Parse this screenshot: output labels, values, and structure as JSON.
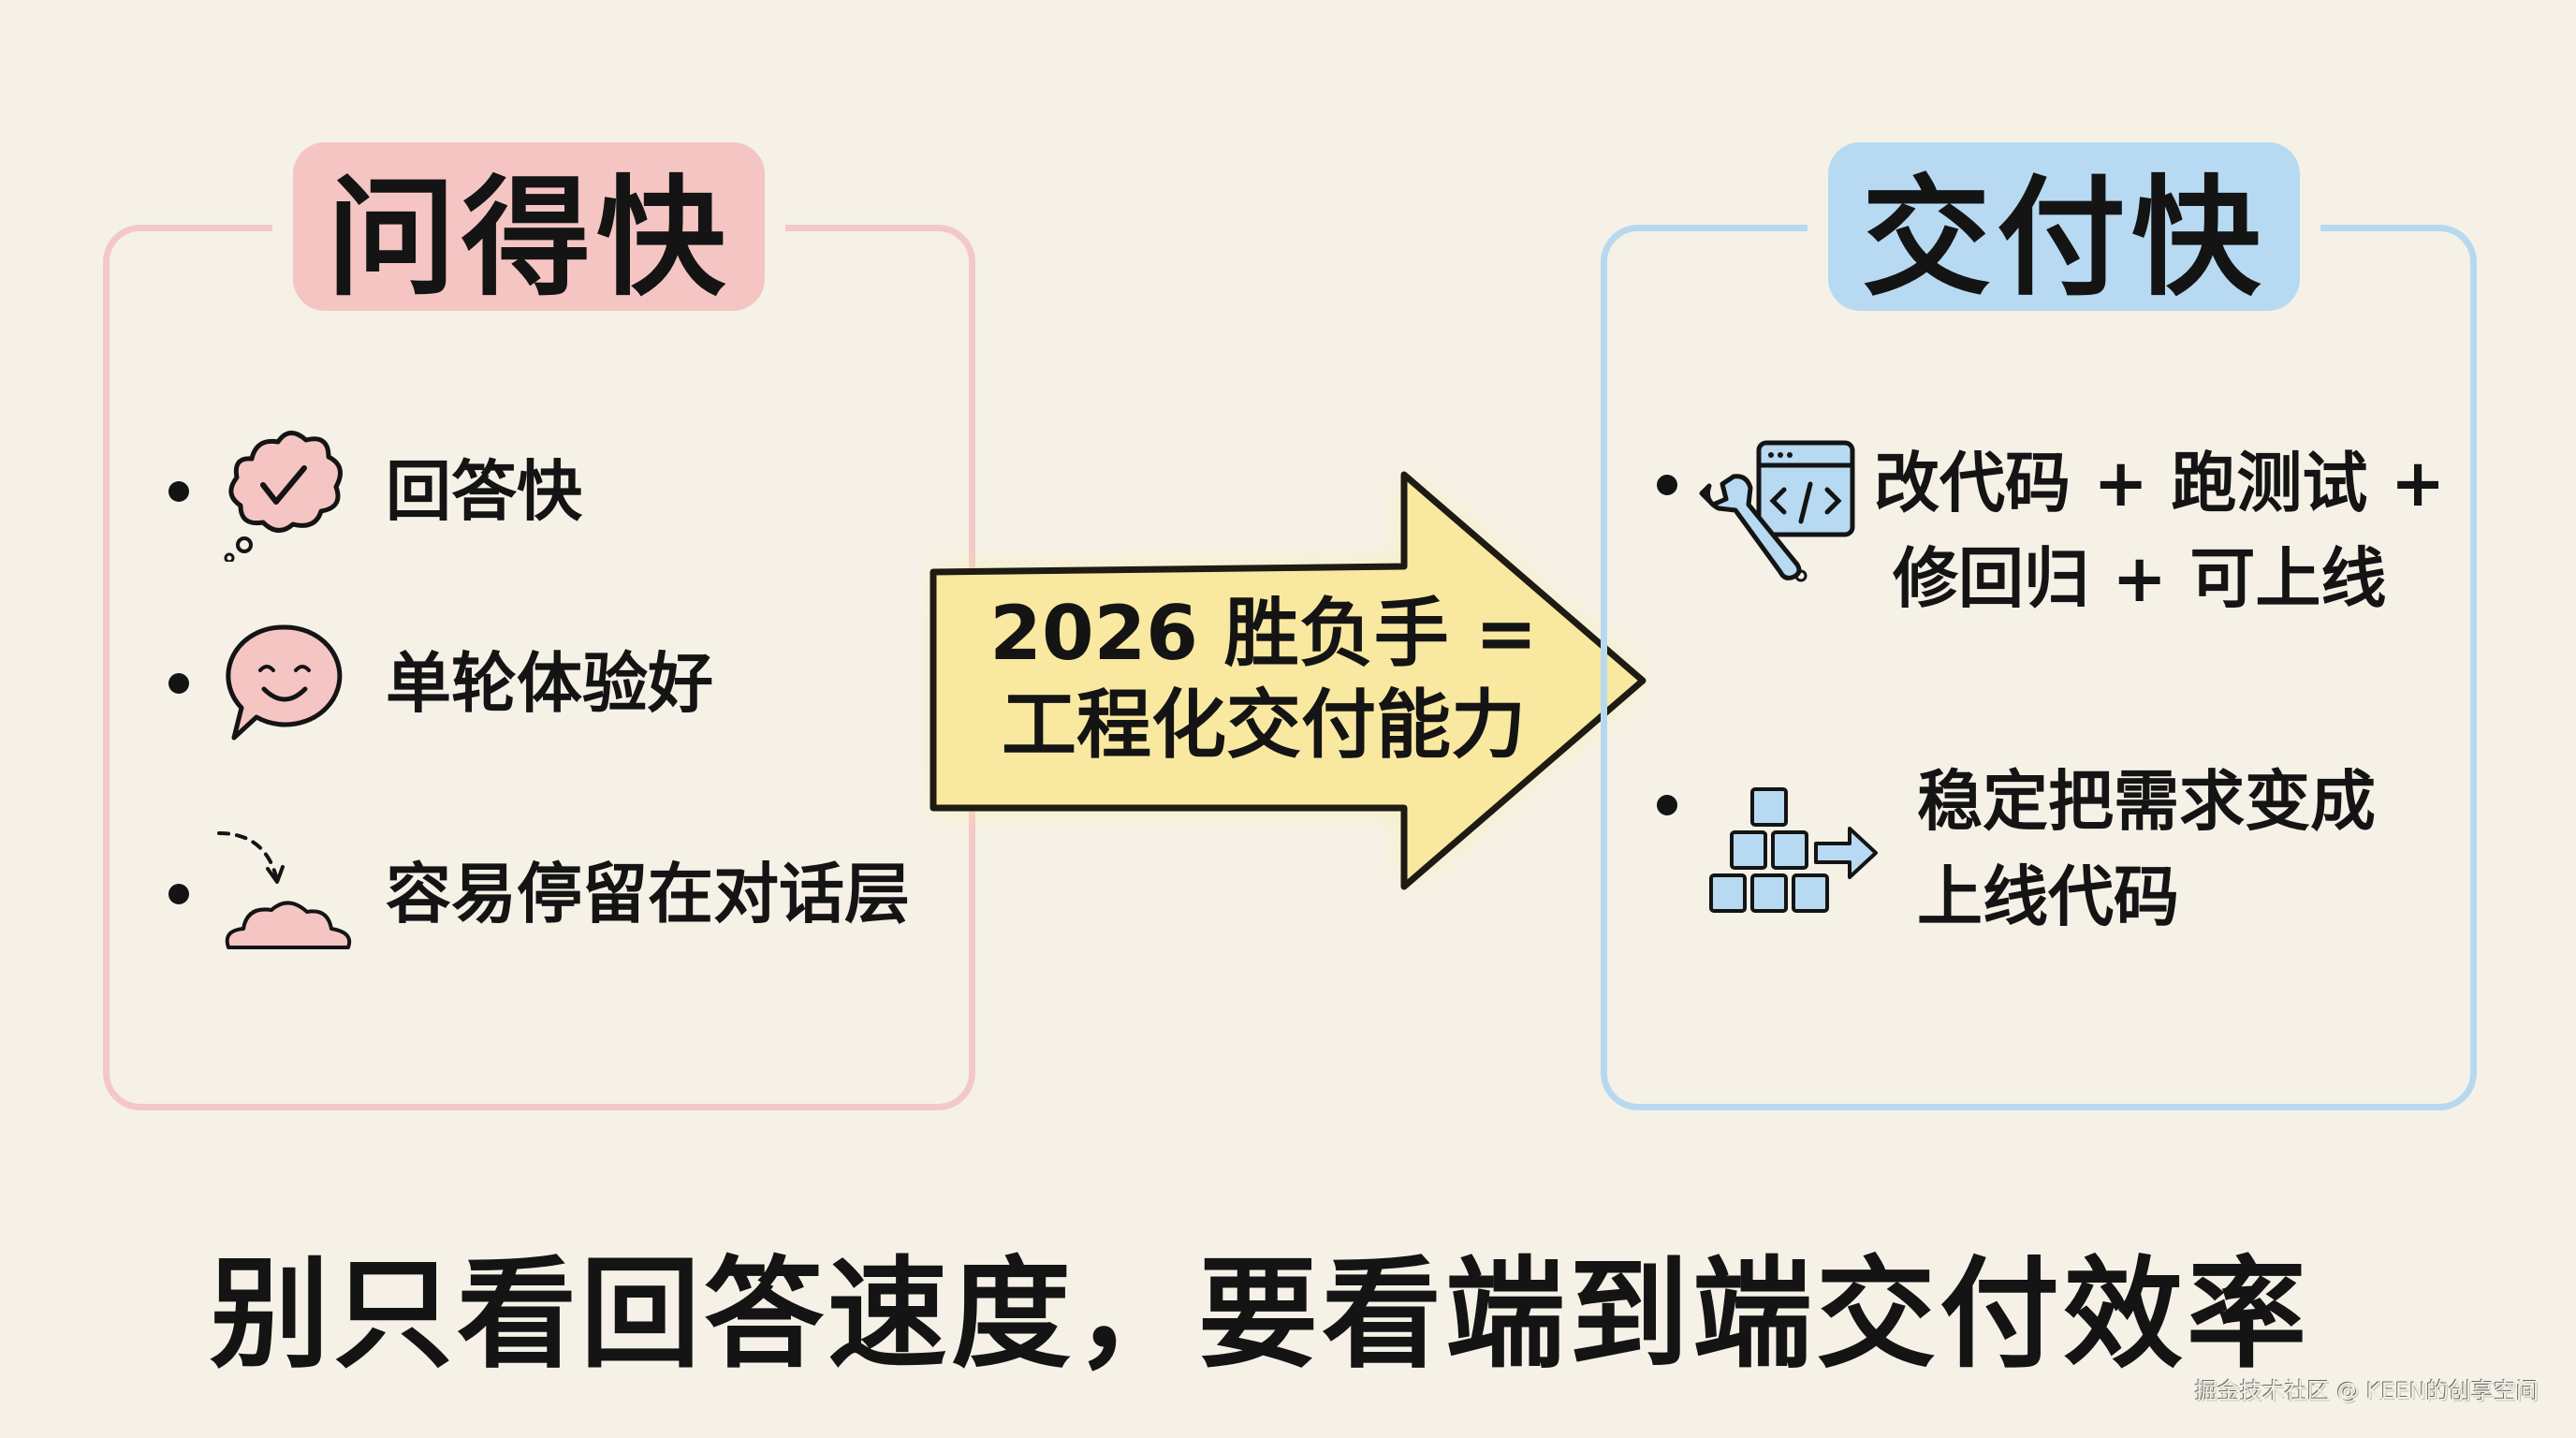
{
  "colors": {
    "background": "#f5f1e7",
    "left_accent": "#f4c5c3",
    "right_accent": "#b7daf2",
    "arrow_fill": "#f9e8a0",
    "ink": "#141414"
  },
  "left_panel": {
    "title": "问得快",
    "items": [
      {
        "icon": "thought-bubble-check-icon",
        "text": "回答快"
      },
      {
        "icon": "smiley-speech-bubble-icon",
        "text": "单轮体验好"
      },
      {
        "icon": "dashed-arrow-cloud-icon",
        "text": "容易停留在对话层"
      }
    ]
  },
  "center_arrow": {
    "line1": "2026 胜负手 =",
    "line2": "工程化交付能力"
  },
  "right_panel": {
    "title": "交付快",
    "items": [
      {
        "icon": "wrench-code-window-icon",
        "line1": "改代码 + 跑测试 +",
        "line2": "修回归 + 可上线"
      },
      {
        "icon": "stacked-blocks-arrow-icon",
        "line1": "稳定把需求变成",
        "line2": "上线代码"
      }
    ]
  },
  "footer": {
    "slogan": "别只看回答速度，要看端到端交付效率"
  },
  "watermark": "掘金技术社区 @ KEEN的创享空间"
}
